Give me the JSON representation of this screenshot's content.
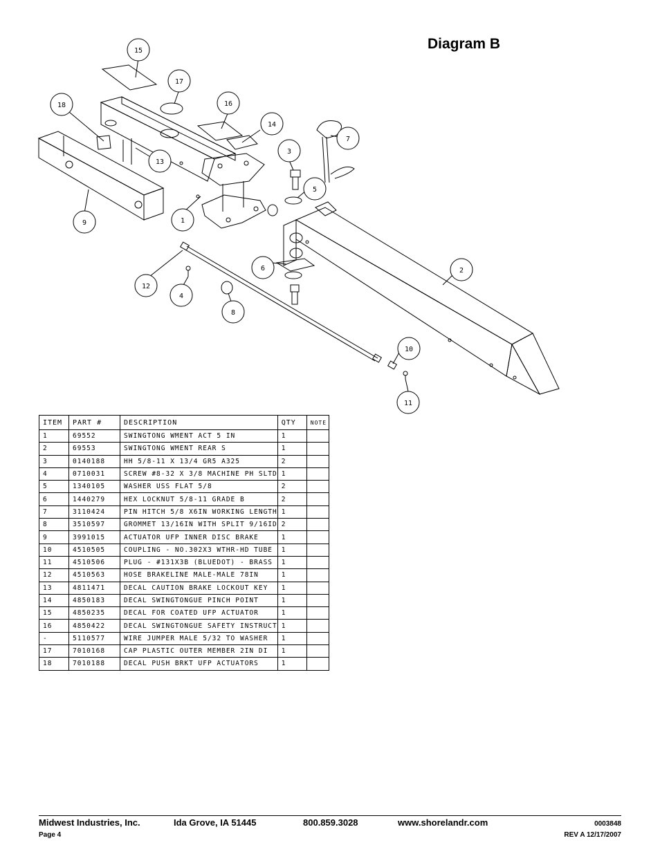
{
  "title": "Diagram B",
  "callouts": [
    "15",
    "17",
    "16",
    "14",
    "18",
    "13",
    "3",
    "7",
    "5",
    "9",
    "1",
    "6",
    "2",
    "12",
    "4",
    "8",
    "10",
    "11"
  ],
  "table": {
    "headers": [
      "ITEM",
      "PART #",
      "DESCRIPTION",
      "QTY",
      "NOTE"
    ],
    "rows": [
      [
        "1",
        "69552",
        "SWINGTONG WMENT ACT 5 IN",
        "1",
        ""
      ],
      [
        "2",
        "69553",
        "SWINGTONG WMENT REAR S",
        "1",
        ""
      ],
      [
        "3",
        "0140188",
        "HH 5/8-11 X 13/4  GR5 A325",
        "2",
        ""
      ],
      [
        "4",
        "0710031",
        "SCREW #8-32 X 3/8 MACHINE PH SLTD",
        "1",
        ""
      ],
      [
        "5",
        "1340105",
        "WASHER USS FLAT 5/8",
        "2",
        ""
      ],
      [
        "6",
        "1440279",
        "HEX LOCKNUT 5/8-11 GRADE B",
        "2",
        ""
      ],
      [
        "7",
        "3110424",
        "PIN HITCH 5/8 X6IN WORKING LENGTH",
        "1",
        ""
      ],
      [
        "8",
        "3510597",
        "GROMMET 13/16IN  WITH SPLIT 9/16ID",
        "2",
        ""
      ],
      [
        "9",
        "3991015",
        "ACTUATOR UFP INNER  DISC BRAKE",
        "1",
        ""
      ],
      [
        "10",
        "4510505",
        "COUPLING - NO.302X3 WTHR-HD TUBE",
        "1",
        ""
      ],
      [
        "11",
        "4510506",
        "PLUG - #131X3B (BLUEDOT) - BRASS",
        "1",
        ""
      ],
      [
        "12",
        "4510563",
        "HOSE BRAKELINE MALE-MALE 78IN",
        "1",
        ""
      ],
      [
        "13",
        "4811471",
        "DECAL CAUTION BRAKE LOCKOUT KEY",
        "1",
        ""
      ],
      [
        "14",
        "4850183",
        "DECAL SWINGTONGUE PINCH POINT",
        "1",
        ""
      ],
      [
        "15",
        "4850235",
        "DECAL FOR COATED UFP ACTUATOR",
        "1",
        ""
      ],
      [
        "16",
        "4850422",
        "DECAL SWINGTONGUE SAFETY INSTRUCT",
        "1",
        ""
      ],
      [
        "-",
        "5110577",
        "WIRE JUMPER MALE 5/32 TO WASHER",
        "1",
        ""
      ],
      [
        "17",
        "7010168",
        "CAP  PLASTIC OUTER MEMBER 2IN DI",
        "1",
        ""
      ],
      [
        "18",
        "7010188",
        "DECAL PUSH BRKT UFP ACTUATORS",
        "1",
        ""
      ]
    ]
  },
  "footer": {
    "company": "Midwest Industries, Inc.",
    "city": "Ida Grove, IA  51445",
    "phone": "800.859.3028",
    "website": "www.shorelandr.com",
    "doc_number": "0003848",
    "page": "Page 4",
    "revision": "REV A  12/17/2007"
  }
}
